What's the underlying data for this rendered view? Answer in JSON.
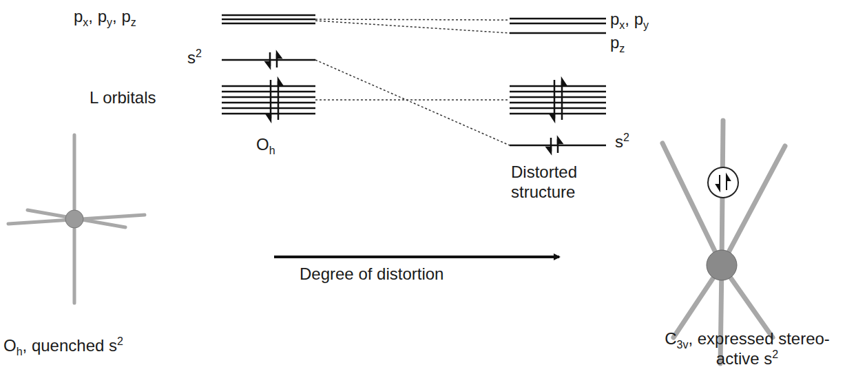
{
  "diagram": {
    "labels": [
      "px, py, pz",
      "s2",
      "L orbitals",
      "Oh",
      "px, py",
      "pz",
      "s2",
      "Distorted structure",
      "Degree of distortion",
      "Oh, quenched s2",
      "C3v, expressed stereo-active s2"
    ]
  }
}
